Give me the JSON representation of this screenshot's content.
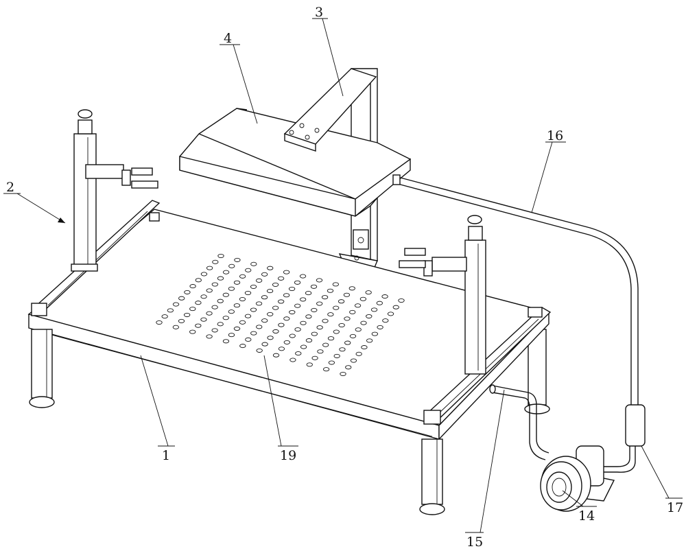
{
  "labels": {
    "table": "1",
    "column_assembly": "2",
    "support_arm": "3",
    "hood": "4",
    "blower": "14",
    "inlet_pipe": "15",
    "exhaust_pipe": "16",
    "filter": "17",
    "vent_holes": "19"
  },
  "hole_grid": {
    "rows": 12,
    "cols": 12
  },
  "colors": {
    "ink": "#111111",
    "paper": "#ffffff"
  }
}
